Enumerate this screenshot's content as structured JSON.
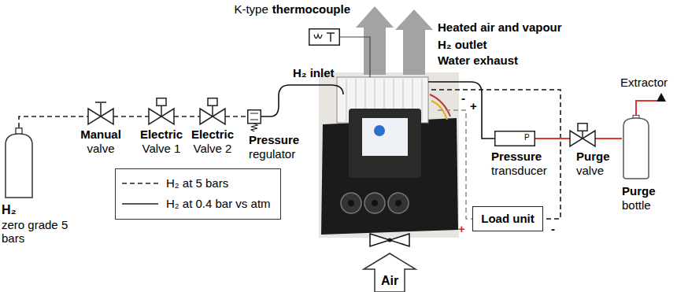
{
  "diagram": {
    "nodes": [
      {
        "text": [
          "K-type",
          "thermocouple"
        ]
      },
      {
        "text": [
          "H₂",
          "zero grade 5 bars"
        ]
      },
      {
        "text": [
          "Manual",
          "valve"
        ]
      },
      {
        "text": [
          "Electric",
          "Valve 1"
        ]
      },
      {
        "text": [
          "Electric",
          "Valve 2"
        ]
      },
      {
        "text": [
          "Pressure",
          "regulator"
        ]
      },
      {
        "text": [
          "Pressure",
          "transducer"
        ]
      },
      {
        "text": [
          "Purge",
          "valve"
        ]
      },
      {
        "text": [
          "Purge",
          "bottle"
        ]
      },
      {
        "text": [
          "Load unit"
        ]
      }
    ],
    "edges": [
      {
        "from": 1,
        "to": 2,
        "arrow": "none"
      },
      {
        "from": 2,
        "to": 3,
        "arrow": "none"
      },
      {
        "from": 3,
        "to": 4,
        "arrow": "none"
      },
      {
        "from": 4,
        "to": 5,
        "arrow": "none"
      },
      {
        "from": 6,
        "to": 7,
        "arrow": "none"
      },
      {
        "from": 7,
        "to": 8,
        "arrow": "none"
      }
    ],
    "labels": [
      "Heated air and vapour",
      "H₂ outlet",
      "Water exhaust",
      "H₂ inlet",
      "Extractor",
      "P",
      "-",
      "+",
      "+",
      "-",
      "Air"
    ],
    "legend": [
      {
        "text": "H₂ at 5 bars"
      },
      {
        "text": "H₂ at 0.4 bar vs atm"
      }
    ]
  }
}
